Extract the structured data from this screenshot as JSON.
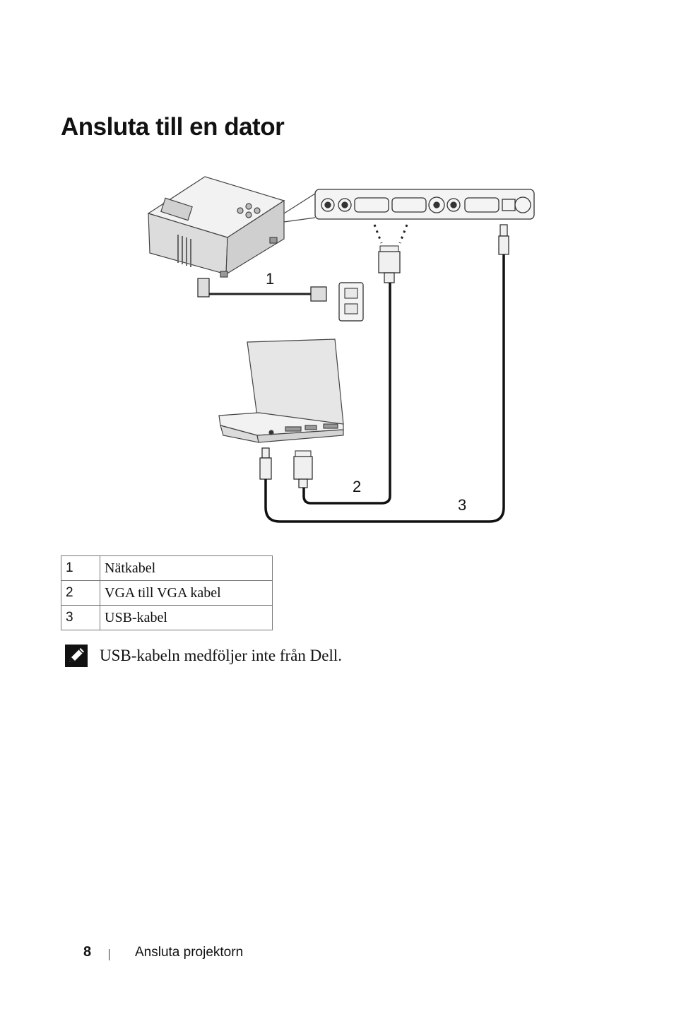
{
  "title": "Ansluta till en dator",
  "figure": {
    "callouts": [
      "1",
      "2",
      "3"
    ]
  },
  "legend": [
    {
      "num": "1",
      "text": "Nätkabel"
    },
    {
      "num": "2",
      "text": "VGA till VGA kabel"
    },
    {
      "num": "3",
      "text": "USB-kabel"
    }
  ],
  "note": {
    "icon": "note-pencil-icon",
    "text": "USB-kabeln medföljer inte från Dell."
  },
  "footer": {
    "page_number": "8",
    "section": "Ansluta projektorn"
  }
}
